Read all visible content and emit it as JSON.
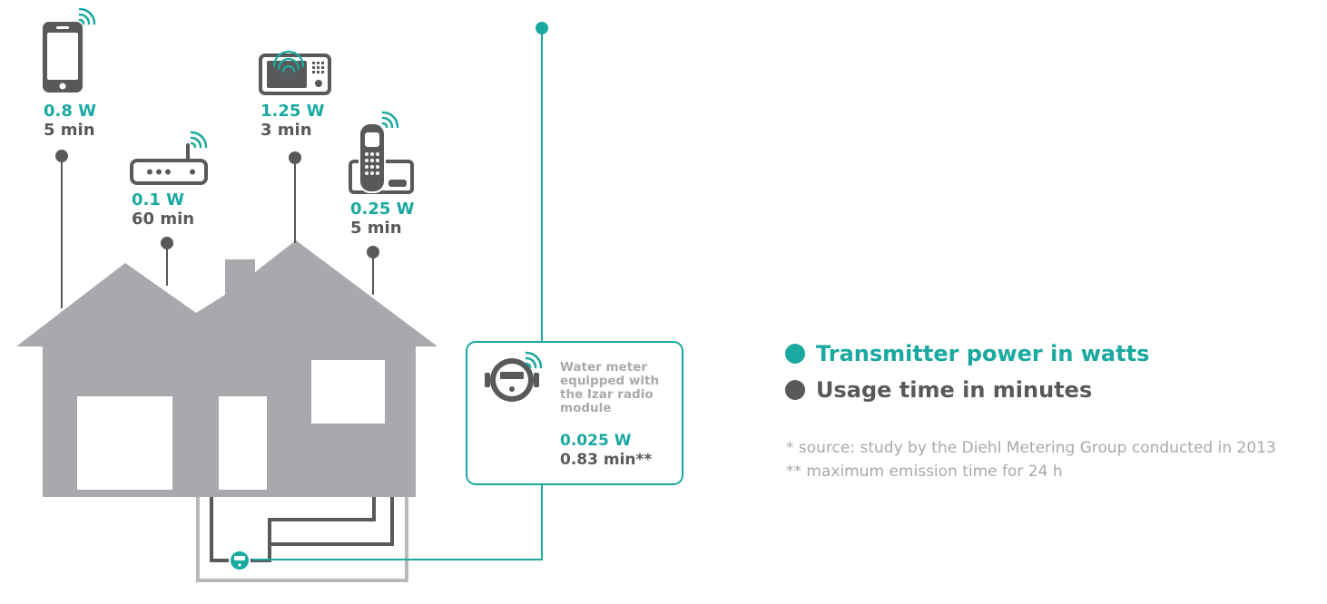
{
  "devices": [
    {
      "name": "smartphone",
      "watt": "0.8 W",
      "time": "5 min"
    },
    {
      "name": "router",
      "watt": "0.1 W",
      "time": "60 min"
    },
    {
      "name": "microwave",
      "watt": "1.25 W",
      "time": "3 min"
    },
    {
      "name": "cordless-phone",
      "watt": "0.25 W",
      "time": "5 min"
    }
  ],
  "meter": {
    "description": "Water meter equipped with the Izar radio module",
    "watt": "0.025 W",
    "time": "0.83 min**"
  },
  "legend": {
    "power": "Transmitter power in watts",
    "time": "Usage time in minutes"
  },
  "notes": {
    "source": "* source: study by the Diehl Metering Group conducted in 2013",
    "emission": "** maximum emission time for 24 h"
  },
  "colors": {
    "teal": "#1aa9a0",
    "dark_gray": "#58595b",
    "house_gray": "#a7a9ac",
    "light_gray": "#b8b9bb"
  }
}
